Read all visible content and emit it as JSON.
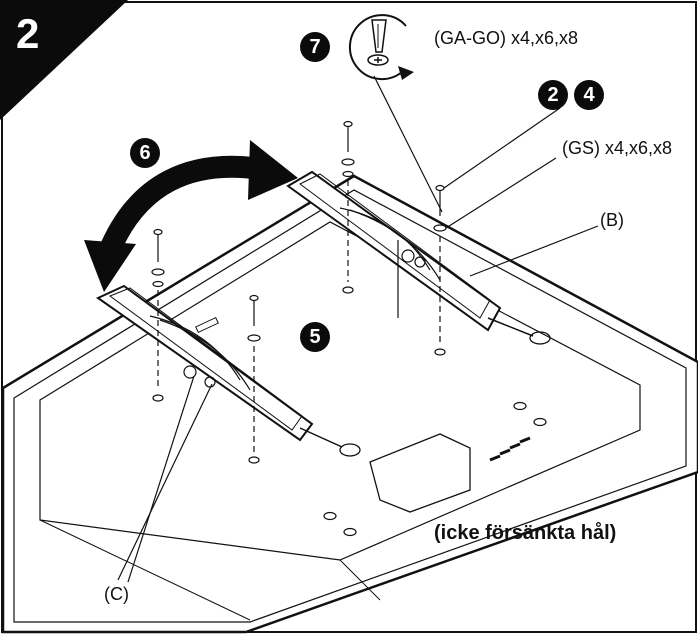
{
  "step_number": "2",
  "callouts": {
    "seven": "7",
    "two": "2",
    "four": "4",
    "six": "6",
    "five": "5"
  },
  "labels": {
    "ga_go": "(GA-GO) x4,x6,x8",
    "gs": "(GS) x4,x6,x8",
    "b": "(B)",
    "c": "(C)",
    "note": "(icke försänkta hål)"
  },
  "icons": {
    "screwdriver": "screwdriver-rotate-icon",
    "rotate_arrow": "double-arrow-icon"
  }
}
